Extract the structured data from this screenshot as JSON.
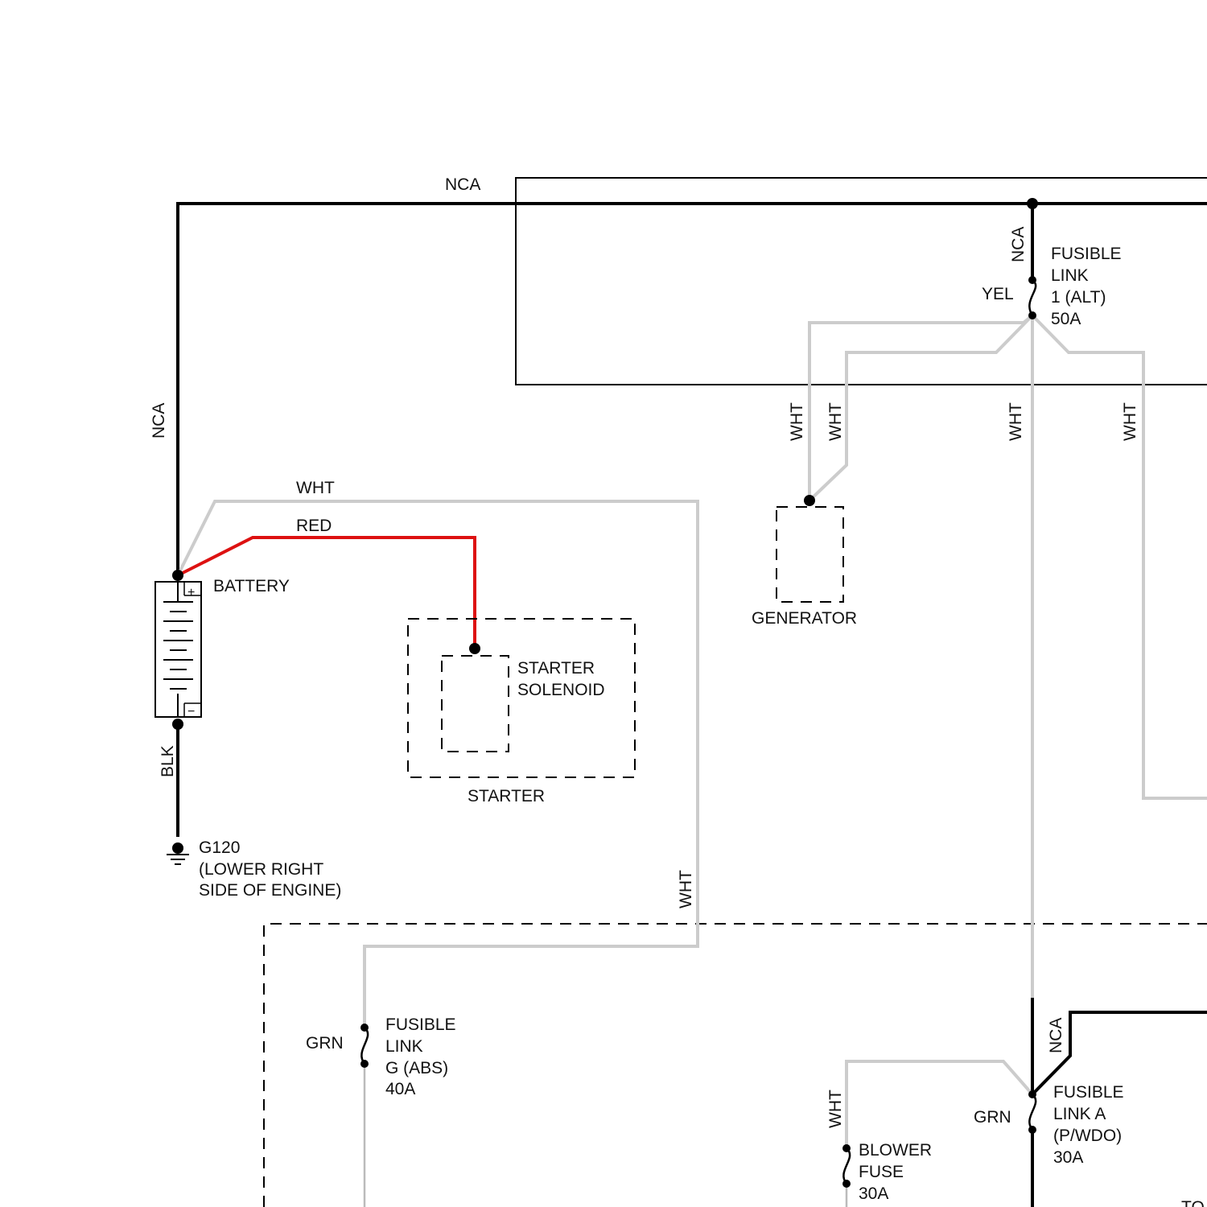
{
  "wire_colors": {
    "nca": "#000000",
    "wht": "#cccccc",
    "red": "#dd1111"
  },
  "wire_labels": {
    "nca_top": "NCA",
    "nca_left": "NCA",
    "nca_fusible1": "NCA",
    "yel_fusible1": "YEL",
    "wht_gen1": "WHT",
    "wht_gen2": "WHT",
    "wht_main": "WHT",
    "wht_right": "WHT",
    "wht_battery": "WHT",
    "red_battery": "RED",
    "blk_ground": "BLK",
    "wht_vertical": "WHT",
    "grn_fusible_g": "GRN",
    "wht_blower": "WHT",
    "nca_fusible_a": "NCA",
    "grn_fusible_a": "GRN"
  },
  "components": {
    "battery": {
      "label": "BATTERY",
      "plus": "+",
      "minus": "−"
    },
    "ground": {
      "line1": "G120",
      "line2": "(LOWER RIGHT",
      "line3": "SIDE OF ENGINE)"
    },
    "starter": {
      "label": "STARTER"
    },
    "starter_solenoid": {
      "line1": "STARTER",
      "line2": "SOLENOID"
    },
    "generator": {
      "label": "GENERATOR"
    },
    "fusible_link_1": {
      "line1": "FUSIBLE",
      "line2": "LINK",
      "line3": "1 (ALT)",
      "line4": "50A"
    },
    "fusible_link_g": {
      "line1": "FUSIBLE",
      "line2": "LINK",
      "line3": "G (ABS)",
      "line4": "40A"
    },
    "blower_fuse": {
      "line1": "BLOWER",
      "line2": "FUSE",
      "line3": "30A"
    },
    "fusible_link_a": {
      "line1": "FUSIBLE",
      "line2": "LINK A",
      "line3": "(P/WDO)",
      "line4": "30A"
    }
  },
  "cut_off_text": "TO"
}
